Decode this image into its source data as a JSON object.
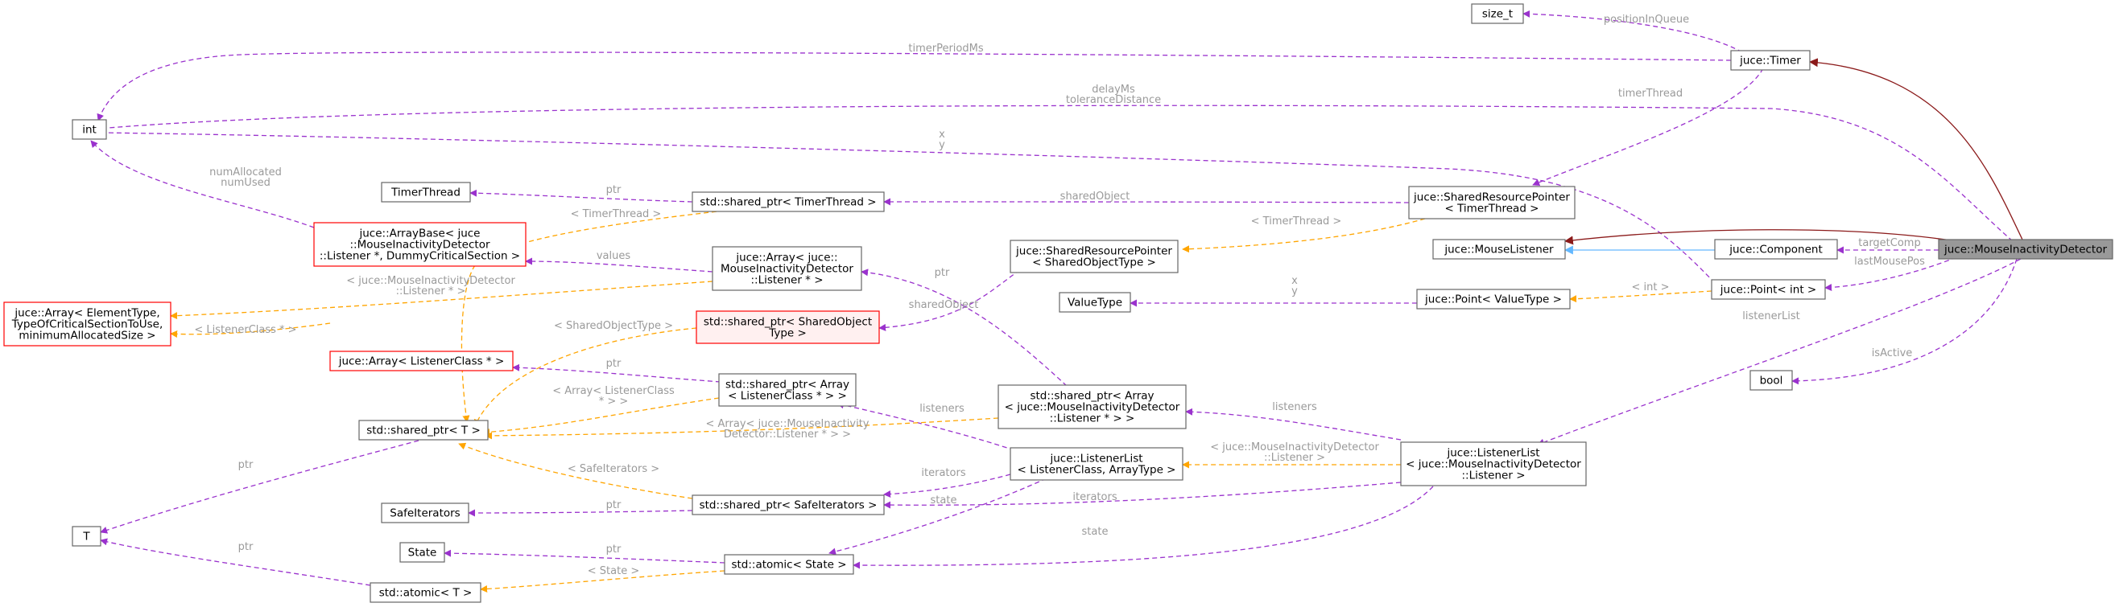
{
  "colors": {
    "usage_edge": "#9a32cd",
    "template_edge": "#ffa500",
    "public_inheritance": "#8b1a1a",
    "inheritance_alt": "#63b8ff",
    "edge_label": "#9a9a9a",
    "focus_fill": "#999999",
    "red_border": "#ff0000"
  },
  "nodes": [
    {
      "id": "size_t",
      "lines": [
        "size_t"
      ]
    },
    {
      "id": "timer",
      "lines": [
        "juce::Timer"
      ]
    },
    {
      "id": "int",
      "lines": [
        "int"
      ]
    },
    {
      "id": "timerthread",
      "lines": [
        "TimerThread"
      ]
    },
    {
      "id": "sp_timerthread",
      "lines": [
        "std::shared_ptr< TimerThread >"
      ]
    },
    {
      "id": "srp_timerthread",
      "lines": [
        "juce::SharedResourcePointer",
        "< TimerThread >"
      ]
    },
    {
      "id": "arraybase",
      "lines": [
        "juce::ArrayBase< juce",
        "::MouseInactivityDetector",
        "::Listener *, DummyCriticalSection >"
      ]
    },
    {
      "id": "array_mid",
      "lines": [
        "juce::Array< juce::",
        "MouseInactivityDetector",
        "::Listener * >"
      ]
    },
    {
      "id": "srp_shared",
      "lines": [
        "juce::SharedResourcePointer",
        "< SharedObjectType >"
      ]
    },
    {
      "id": "mouselistener",
      "lines": [
        "juce::MouseListener"
      ]
    },
    {
      "id": "component",
      "lines": [
        "juce::Component"
      ]
    },
    {
      "id": "mid",
      "lines": [
        "juce::MouseInactivityDetector"
      ]
    },
    {
      "id": "array_generic",
      "lines": [
        "juce::Array< ElementType,",
        "TypeOfCriticalSectionToUse,",
        "minimumAllocatedSize >"
      ]
    },
    {
      "id": "sp_sharedobj",
      "lines": [
        "std::shared_ptr< SharedObject",
        "Type >"
      ]
    },
    {
      "id": "valuetype",
      "lines": [
        "ValueType"
      ]
    },
    {
      "id": "point_vt",
      "lines": [
        "juce::Point< ValueType >"
      ]
    },
    {
      "id": "point_int",
      "lines": [
        "juce::Point< int >"
      ]
    },
    {
      "id": "array_lc",
      "lines": [
        "juce::Array< ListenerClass * >"
      ]
    },
    {
      "id": "sp_array_lc",
      "lines": [
        "std::shared_ptr< Array",
        "< ListenerClass * > >"
      ]
    },
    {
      "id": "bool",
      "lines": [
        "bool"
      ]
    },
    {
      "id": "sp_t",
      "lines": [
        "std::shared_ptr< T >"
      ]
    },
    {
      "id": "sp_array_mid",
      "lines": [
        "std::shared_ptr< Array",
        "< juce::MouseInactivityDetector",
        "::Listener * > >"
      ]
    },
    {
      "id": "listenerlist_generic",
      "lines": [
        "juce::ListenerList",
        "< ListenerClass, ArrayType >"
      ]
    },
    {
      "id": "listenerlist_mid",
      "lines": [
        "juce::ListenerList",
        "< juce::MouseInactivityDetector",
        "::Listener >"
      ]
    },
    {
      "id": "t",
      "lines": [
        "T"
      ]
    },
    {
      "id": "safeiterators",
      "lines": [
        "SafeIterators"
      ]
    },
    {
      "id": "sp_safeiterators",
      "lines": [
        "std::shared_ptr< SafeIterators >"
      ]
    },
    {
      "id": "state",
      "lines": [
        "State"
      ]
    },
    {
      "id": "atomic_state",
      "lines": [
        "std::atomic< State >"
      ]
    },
    {
      "id": "atomic_t",
      "lines": [
        "std::atomic< T >"
      ]
    }
  ],
  "edge_labels": [
    {
      "id": "positionInQueue",
      "lines": [
        "positionInQueue"
      ]
    },
    {
      "id": "timerPeriodMs",
      "lines": [
        "timerPeriodMs"
      ]
    },
    {
      "id": "delayMs",
      "lines": [
        "delayMs",
        "toleranceDistance"
      ]
    },
    {
      "id": "timerThread",
      "lines": [
        "timerThread"
      ]
    },
    {
      "id": "xy_int",
      "lines": [
        "x",
        "y"
      ]
    },
    {
      "id": "numAllocated",
      "lines": [
        "numAllocated",
        "numUsed"
      ]
    },
    {
      "id": "ptr_timer",
      "lines": [
        "ptr"
      ]
    },
    {
      "id": "sharedObject1",
      "lines": [
        "sharedObject"
      ]
    },
    {
      "id": "tpl_timerthread_left",
      "lines": [
        "< TimerThread >"
      ]
    },
    {
      "id": "tpl_timerthread_right",
      "lines": [
        "< TimerThread >"
      ]
    },
    {
      "id": "values",
      "lines": [
        "values"
      ]
    },
    {
      "id": "targetComp",
      "lines": [
        "targetComp"
      ]
    },
    {
      "id": "lastMousePos",
      "lines": [
        "lastMousePos"
      ]
    },
    {
      "id": "tpl_mid_listener",
      "lines": [
        "< juce::MouseInactivityDetector",
        "::Listener * >"
      ]
    },
    {
      "id": "ptr_array_mid",
      "lines": [
        "ptr"
      ]
    },
    {
      "id": "sharedObject2",
      "lines": [
        "sharedObject"
      ]
    },
    {
      "id": "xy_point",
      "lines": [
        "x",
        "y"
      ]
    },
    {
      "id": "tpl_int",
      "lines": [
        "< int >"
      ]
    },
    {
      "id": "listenerList",
      "lines": [
        "listenerList"
      ]
    },
    {
      "id": "tpl_listenerclass",
      "lines": [
        "< ListenerClass * >"
      ]
    },
    {
      "id": "tpl_sharedobjecttype",
      "lines": [
        "< SharedObjectType >"
      ]
    },
    {
      "id": "ptr_array_lc",
      "lines": [
        "ptr"
      ]
    },
    {
      "id": "isActive",
      "lines": [
        "isActive"
      ]
    },
    {
      "id": "tpl_array_lc",
      "lines": [
        "< Array< ListenerClass",
        "* > >"
      ]
    },
    {
      "id": "listeners1",
      "lines": [
        "listeners"
      ]
    },
    {
      "id": "listeners2",
      "lines": [
        "listeners"
      ]
    },
    {
      "id": "ptr_t",
      "lines": [
        "ptr"
      ]
    },
    {
      "id": "tpl_array_mid",
      "lines": [
        "< Array< juce::MouseInactivity",
        "Detector::Listener * > >"
      ]
    },
    {
      "id": "tpl_mid_listener2",
      "lines": [
        "< juce::MouseInactivityDetector",
        "::Listener >"
      ]
    },
    {
      "id": "tpl_safeiterators",
      "lines": [
        "< SafeIterators >"
      ]
    },
    {
      "id": "iterators1",
      "lines": [
        "iterators"
      ]
    },
    {
      "id": "iterators2",
      "lines": [
        "iterators"
      ]
    },
    {
      "id": "ptr_safeiterators",
      "lines": [
        "ptr"
      ]
    },
    {
      "id": "state1",
      "lines": [
        "state"
      ]
    },
    {
      "id": "ptr_atomic_t",
      "lines": [
        "ptr"
      ]
    },
    {
      "id": "ptr_state",
      "lines": [
        "ptr"
      ]
    },
    {
      "id": "state2",
      "lines": [
        "state"
      ]
    },
    {
      "id": "tpl_state",
      "lines": [
        "< State >"
      ]
    }
  ]
}
